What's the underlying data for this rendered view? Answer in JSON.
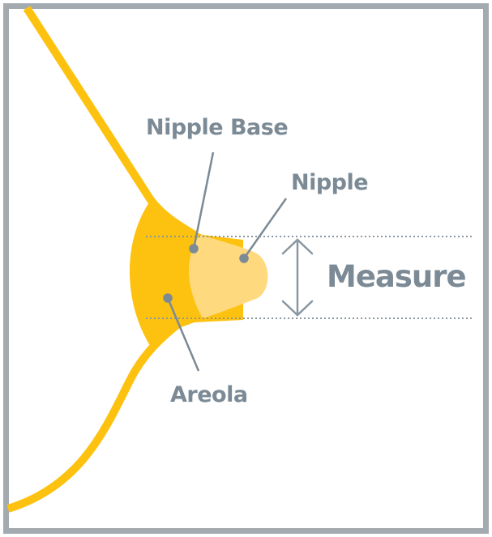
{
  "diagram": {
    "labels": {
      "nipple_base": "Nipple Base",
      "nipple": "Nipple",
      "areola": "Areola",
      "measure": "Measure"
    },
    "icons": {
      "measure_arrow": "double-headed-vertical-arrow"
    },
    "colors": {
      "breast_outline": "#fdc20f",
      "areola": "#fdc20f",
      "nipple": "#fed97e",
      "label_text": "#7b8a95",
      "leader_lines": "#7b8a95",
      "dotted_guides": "#8a97a1",
      "frame_border": "#a3abb1",
      "background": "#ffffff"
    }
  }
}
